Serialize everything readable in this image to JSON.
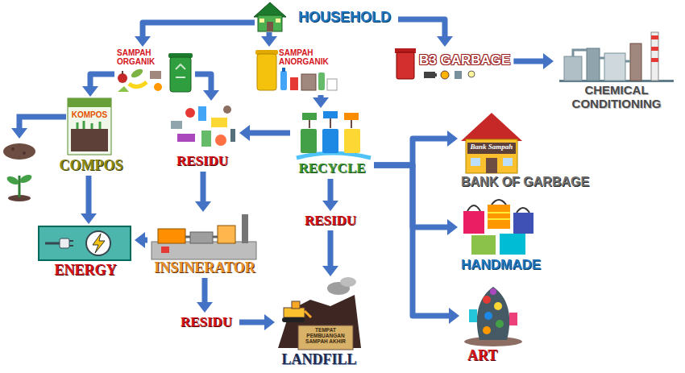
{
  "diagram": {
    "nodes": [
      {
        "text": [
          "HOUSEHOLD"
        ]
      },
      {
        "text": [
          "SAMPAH ORGANIK"
        ]
      },
      {
        "text": [
          "SAMPAH ANORGANIK"
        ]
      },
      {
        "text": [
          "B3 GARBAGE"
        ]
      },
      {
        "text": [
          "CHEMICAL CONDITIONING"
        ]
      },
      {
        "text": [
          "COMPOS"
        ]
      },
      {
        "text": [
          "RESIDU"
        ]
      },
      {
        "text": [
          "RECYCLE"
        ]
      },
      {
        "text": [
          "RESIDU"
        ]
      },
      {
        "text": [
          "BANK OF GARBAGE"
        ]
      },
      {
        "text": [
          "HANDMADE"
        ]
      },
      {
        "text": [
          "ART"
        ]
      },
      {
        "text": [
          "ENERGY"
        ]
      },
      {
        "text": [
          "INSINERATOR"
        ]
      },
      {
        "text": [
          "RESIDU"
        ]
      },
      {
        "text": [
          "LANDFILL"
        ]
      }
    ],
    "edges": [
      {
        "from": 0,
        "to": 1,
        "arrow": "to"
      },
      {
        "from": 0,
        "to": 2,
        "arrow": "to"
      },
      {
        "from": 0,
        "to": 3,
        "arrow": "to"
      },
      {
        "from": 3,
        "to": 4,
        "arrow": "to"
      },
      {
        "from": 1,
        "to": 5,
        "arrow": "to"
      },
      {
        "from": 1,
        "to": 6,
        "arrow": "to"
      },
      {
        "from": 2,
        "to": 7,
        "arrow": "to"
      },
      {
        "from": 7,
        "to": 6,
        "arrow": "to"
      },
      {
        "from": 7,
        "to": 8,
        "arrow": "to"
      },
      {
        "from": 7,
        "to": 9,
        "arrow": "to"
      },
      {
        "from": 7,
        "to": 10,
        "arrow": "to"
      },
      {
        "from": 7,
        "to": 11,
        "arrow": "to"
      },
      {
        "from": 5,
        "to": 12,
        "arrow": "to"
      },
      {
        "from": 6,
        "to": 13,
        "arrow": "to"
      },
      {
        "from": 13,
        "to": 12,
        "arrow": "to"
      },
      {
        "from": 13,
        "to": 14,
        "arrow": "to"
      },
      {
        "from": 14,
        "to": 15,
        "arrow": "to"
      },
      {
        "from": 8,
        "to": 15,
        "arrow": "to"
      }
    ],
    "labels": [
      "KOMPOS",
      "Bank Sampah",
      "TEMPAT PEMBUANGAN SAMPAH AKHIR"
    ]
  }
}
